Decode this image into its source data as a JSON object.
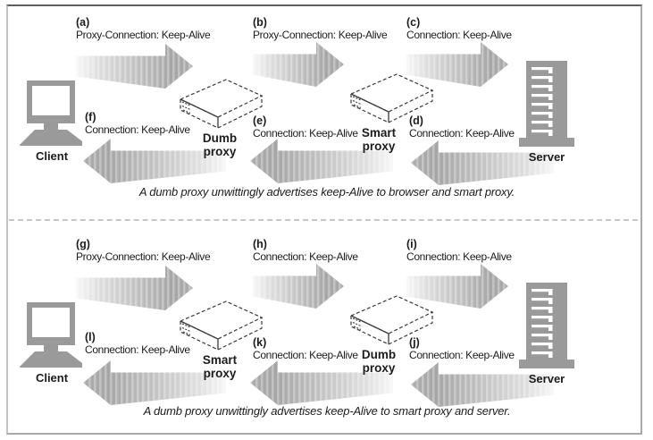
{
  "colors": {
    "icon_gray": "#9a9a9a",
    "arrow_dark": "#a6a6a6",
    "arrow_light": "#f7f7f7",
    "text": "#1c1c1c",
    "frame_border": "#a9a9a9",
    "divider": "#c6c6c6"
  },
  "icons": {
    "client": "desktop-computer-icon",
    "server": "server-tower-icon",
    "proxy": "dashed-proxy-box-icon"
  },
  "panels": [
    {
      "caption": "A dumb proxy unwittingly advertises keep-Alive to browser and smart proxy.",
      "client_label": "Client",
      "server_label": "Server",
      "proxies": [
        {
          "label": "Dumb proxy"
        },
        {
          "label": "Smart proxy"
        }
      ],
      "messages": [
        {
          "tag": "(a)",
          "header": "Proxy-Connection: Keep-Alive",
          "direction": "right",
          "from": "client",
          "to": "dumb-proxy"
        },
        {
          "tag": "(b)",
          "header": "Proxy-Connection: Keep-Alive",
          "direction": "right",
          "from": "dumb-proxy",
          "to": "smart-proxy"
        },
        {
          "tag": "(c)",
          "header": "Connection: Keep-Alive",
          "direction": "right",
          "from": "smart-proxy",
          "to": "server"
        },
        {
          "tag": "(d)",
          "header": "Connection: Keep-Alive",
          "direction": "left",
          "from": "server",
          "to": "smart-proxy"
        },
        {
          "tag": "(e)",
          "header": "Connection: Keep-Alive",
          "direction": "left",
          "from": "smart-proxy",
          "to": "dumb-proxy"
        },
        {
          "tag": "(f)",
          "header": "Connection: Keep-Alive",
          "direction": "left",
          "from": "dumb-proxy",
          "to": "client"
        }
      ]
    },
    {
      "caption": "A dumb proxy unwittingly advertises keep-Alive to smart proxy and server.",
      "client_label": "Client",
      "server_label": "Server",
      "proxies": [
        {
          "label": "Smart proxy"
        },
        {
          "label": "Dumb proxy"
        }
      ],
      "messages": [
        {
          "tag": "(g)",
          "header": "Proxy-Connection: Keep-Alive",
          "direction": "right",
          "from": "client",
          "to": "smart-proxy"
        },
        {
          "tag": "(h)",
          "header": "Connection: Keep-Alive",
          "direction": "right",
          "from": "smart-proxy",
          "to": "dumb-proxy"
        },
        {
          "tag": "(i)",
          "header": "Connection: Keep-Alive",
          "direction": "right",
          "from": "dumb-proxy",
          "to": "server"
        },
        {
          "tag": "(j)",
          "header": "Connection: Keep-Alive",
          "direction": "left",
          "from": "server",
          "to": "dumb-proxy"
        },
        {
          "tag": "(k)",
          "header": "Connection: Keep-Alive",
          "direction": "left",
          "from": "dumb-proxy",
          "to": "smart-proxy"
        },
        {
          "tag": "(l)",
          "header": "Connection: Keep-Alive",
          "direction": "left",
          "from": "smart-proxy",
          "to": "client"
        }
      ]
    }
  ]
}
